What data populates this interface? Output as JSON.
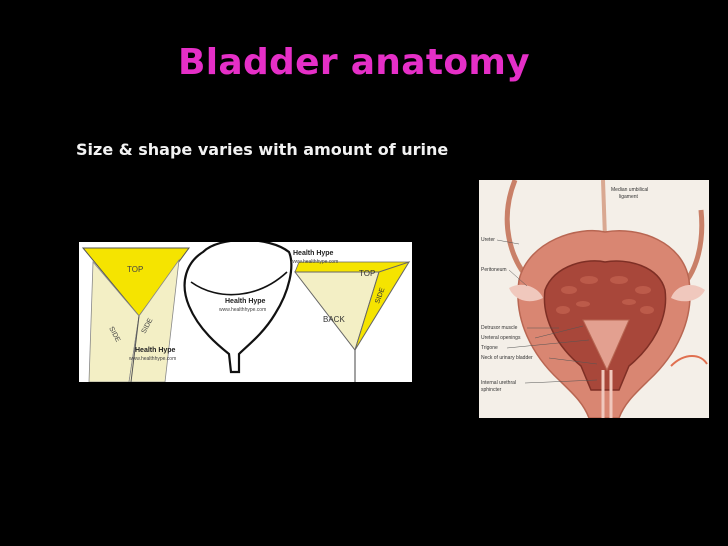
{
  "slide": {
    "title": "Bladder anatomy",
    "subtitle": "Size & shape varies with amount of urine"
  },
  "shape_diagram": {
    "watermark": "Health Hype",
    "watermark_url": "www.healthhype.com",
    "labels": {
      "top": "TOP",
      "side": "SIDE",
      "back": "BACK"
    }
  },
  "anatomy_diagram": {
    "labels": {
      "median_umbilical": "Median umbilical",
      "ligament": "ligament",
      "ureter": "Ureter",
      "peritoneum": "Peritoneum",
      "detrusor": "Detrusor muscle",
      "ureteral_openings": "Ureteral openings",
      "trigone": "Trigone",
      "neck": "Neck of urinary bladder",
      "internal_urethral": "Internal urethral",
      "sphincter": "sphincter"
    }
  },
  "colors": {
    "title": "#e52fc7",
    "text": "#f2f2f2",
    "background": "#000000",
    "top_face": "#f5e400",
    "side_face": "#f3efc5"
  }
}
